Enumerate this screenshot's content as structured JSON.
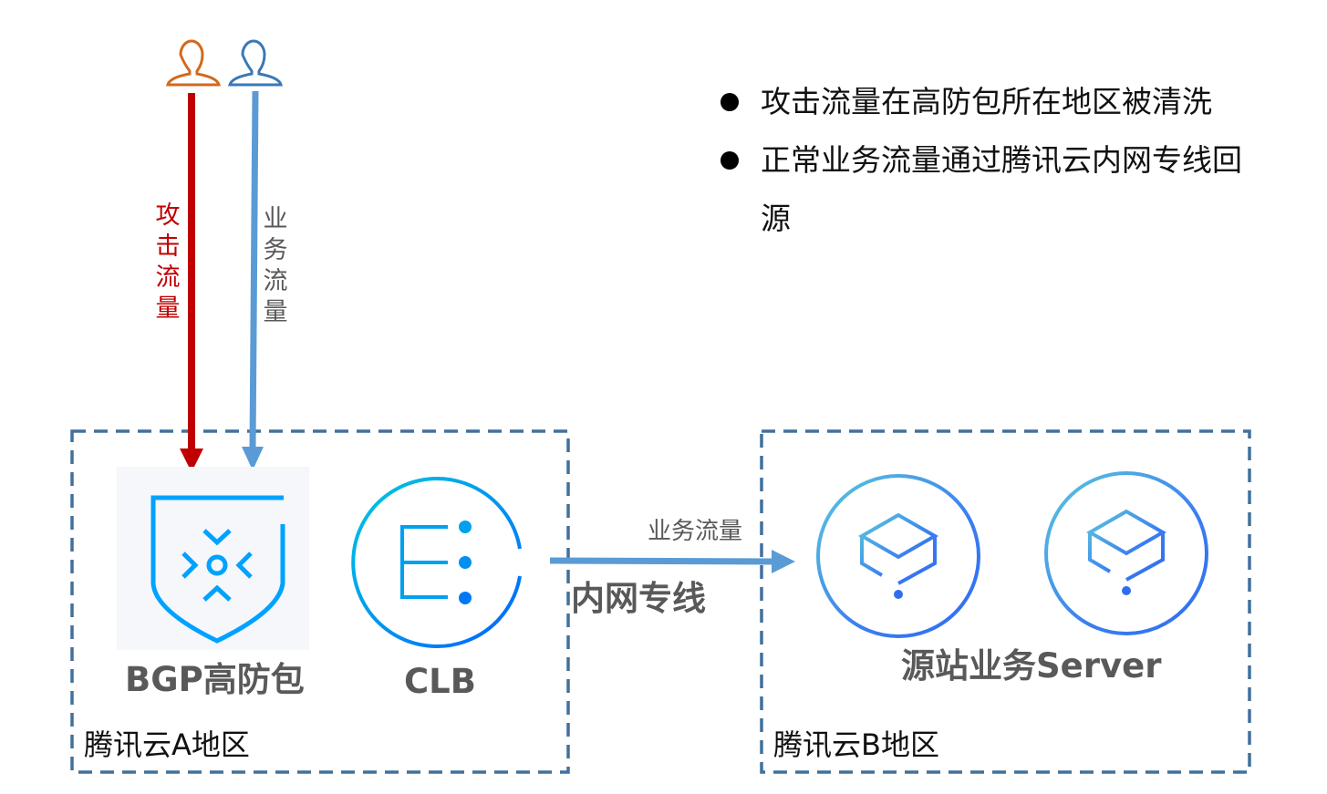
{
  "users": [
    {
      "icon": "user-icon",
      "color": "#d2691e"
    },
    {
      "icon": "user-icon",
      "color": "#3a78b5"
    }
  ],
  "attack_flow_label": "攻击流量",
  "business_flow_label": "业务流量",
  "notes": [
    "攻击流量在高防包所在地区被清洗",
    "正常业务流量通过腾讯云内网专线回源"
  ],
  "region_a": {
    "label": "腾讯云A地区",
    "nodes": [
      {
        "label": "BGP高防包",
        "icon": "shield-icon"
      },
      {
        "label": "CLB",
        "icon": "clb-icon"
      }
    ]
  },
  "region_b": {
    "label": "腾讯云B地区",
    "nodes_label": "源站业务Server",
    "icon": "server-cube-icon"
  },
  "link": {
    "flow_label": "业务流量",
    "name": "内网专线"
  },
  "colors": {
    "attack": "#c00000",
    "business": "#5b9bd5",
    "border": "#41709c"
  }
}
